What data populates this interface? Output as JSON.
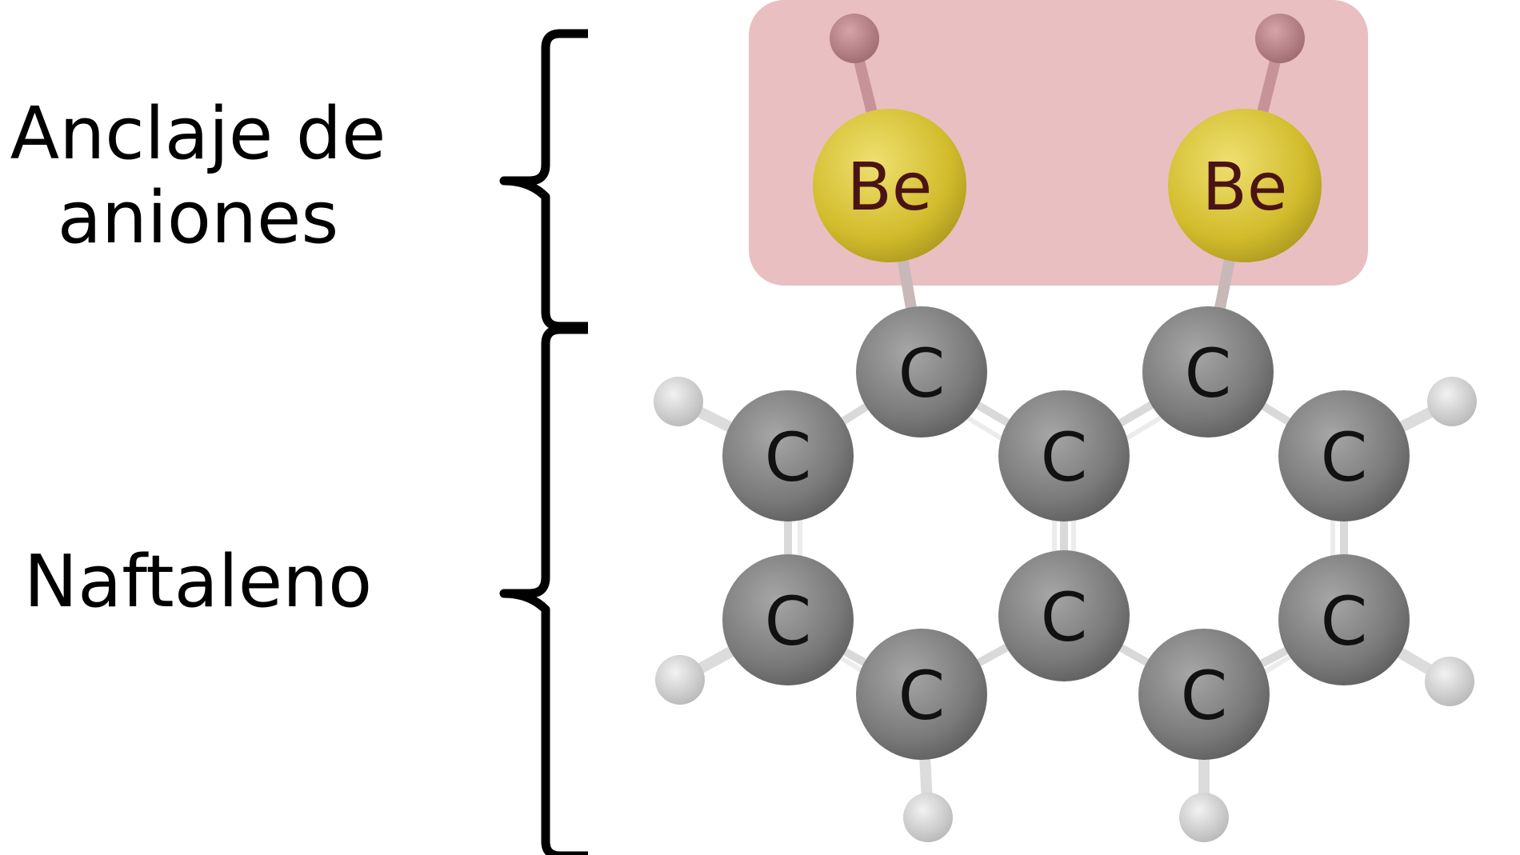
{
  "labels": {
    "anchor_line1": "Anclaje de",
    "anchor_line2": "aniones",
    "naphthalene": "Naftaleno"
  },
  "atoms": {
    "beryllium": "Be",
    "carbon": "C"
  },
  "colors": {
    "highlight_box": "#e9bfc1",
    "beryllium": "#d8c232",
    "carbon": "#7c7c7c",
    "hydrogen": "#d2d2d2",
    "be_hydrogen": "#b57e83",
    "bracket": "#000000"
  }
}
